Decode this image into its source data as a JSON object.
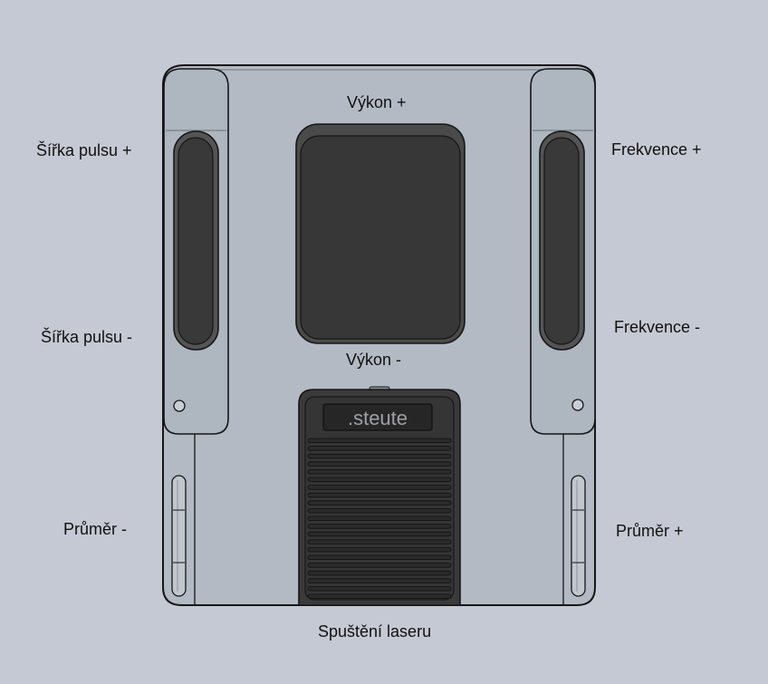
{
  "labels": {
    "power_plus": "Výkon +",
    "power_minus": "Výkon -",
    "pulse_width_plus": "Šířka pulsu +",
    "pulse_width_minus": "Šířka pulsu -",
    "frequency_plus": "Frekvence +",
    "frequency_minus": "Frekvence -",
    "diameter_minus": "Průměr -",
    "diameter_plus": "Průměr +",
    "laser_start": "Spuštění laseru"
  },
  "device": {
    "brand": ".steute"
  },
  "colors": {
    "background": "#c5c9d3",
    "housing": "#b3bac4",
    "side_panel": "#aeb6c0",
    "button_dark": "#373737",
    "outline": "#161616"
  }
}
